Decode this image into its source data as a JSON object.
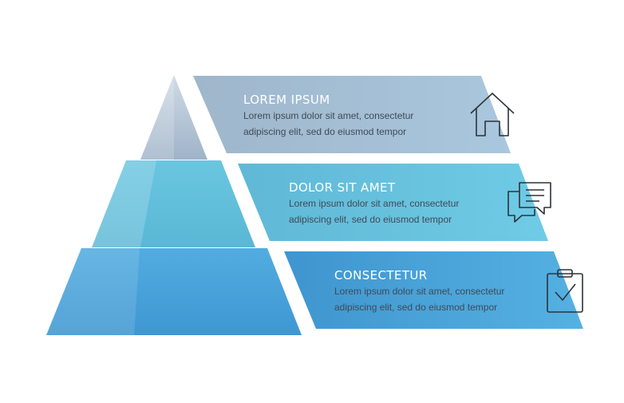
{
  "colors": {
    "top": "#a6c2d8",
    "middle": "#67c3df",
    "bottom": "#4aa7dd",
    "text_dark": "#3f4a55",
    "icon_stroke": "#2d3239"
  },
  "levels": [
    {
      "title": "LOREM IPSUM",
      "line1": "Lorem ipsum dolor sit amet, consectetur",
      "line2": "adipiscing elit, sed do eiusmod tempor",
      "icon": "home-icon"
    },
    {
      "title": "DOLOR SIT AMET",
      "line1": "Lorem ipsum dolor sit amet, consectetur",
      "line2": "adipiscing elit, sed do eiusmod tempor",
      "icon": "chat-icon"
    },
    {
      "title": "CONSECTETUR",
      "line1": "Lorem ipsum dolor sit amet, consectetur",
      "line2": "adipiscing elit, sed do eiusmod tempor",
      "icon": "clipboard-check-icon"
    }
  ]
}
